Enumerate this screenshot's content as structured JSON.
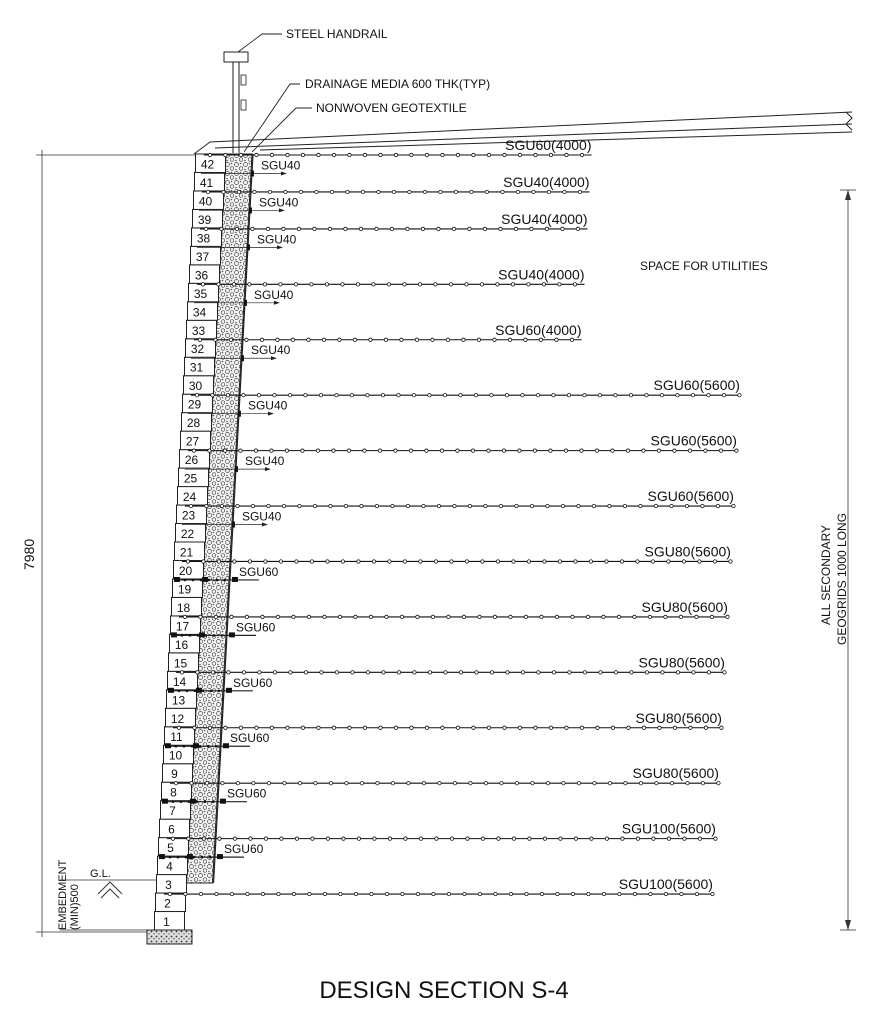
{
  "title": "DESIGN SECTION S-4",
  "callouts": {
    "handrail": "STEEL HANDRAIL",
    "drainage": "DRAINAGE MEDIA 600 THK(TYP)",
    "geotextile": "NONWOVEN GEOTEXTILE"
  },
  "notes": {
    "utilities": "SPACE FOR UTILITIES",
    "secondary_line1": "ALL SECONDARY",
    "secondary_line2": "GEOGRIDS 1000 LONG",
    "ground_level": "G.L.",
    "embedment_line1": "EMBEDMENT",
    "embedment_line2": "(MIN)500"
  },
  "dimensions": {
    "wall_height": "7980"
  },
  "wall": {
    "block_count": 42
  },
  "primary_geogrids": [
    {
      "course": 42,
      "label": "SGU60(4000)",
      "length_mm": 4000
    },
    {
      "course": 40,
      "label": "SGU40(4000)",
      "length_mm": 4000
    },
    {
      "course": 38,
      "label": "SGU40(4000)",
      "length_mm": 4000
    },
    {
      "course": 35,
      "label": "SGU40(4000)",
      "length_mm": 4000
    },
    {
      "course": 32,
      "label": "SGU60(4000)",
      "length_mm": 4000
    },
    {
      "course": 29,
      "label": "SGU60(5600)",
      "length_mm": 5600
    },
    {
      "course": 26,
      "label": "SGU60(5600)",
      "length_mm": 5600
    },
    {
      "course": 23,
      "label": "SGU60(5600)",
      "length_mm": 5600
    },
    {
      "course": 20,
      "label": "SGU80(5600)",
      "length_mm": 5600
    },
    {
      "course": 17,
      "label": "SGU80(5600)",
      "length_mm": 5600
    },
    {
      "course": 14,
      "label": "SGU80(5600)",
      "length_mm": 5600
    },
    {
      "course": 11,
      "label": "SGU80(5600)",
      "length_mm": 5600
    },
    {
      "course": 8,
      "label": "SGU80(5600)",
      "length_mm": 5600
    },
    {
      "course": 5,
      "label": "SGU100(5600)",
      "length_mm": 5600
    },
    {
      "course": 2,
      "label": "SGU100(5600)",
      "length_mm": 5600
    }
  ],
  "secondary_geogrids": [
    {
      "course": 41,
      "label": "SGU40"
    },
    {
      "course": 39,
      "label": "SGU40"
    },
    {
      "course": 37,
      "label": "SGU40"
    },
    {
      "course": 34,
      "label": "SGU40"
    },
    {
      "course": 31,
      "label": "SGU40"
    },
    {
      "course": 28,
      "label": "SGU40"
    },
    {
      "course": 25,
      "label": "SGU40"
    },
    {
      "course": 22,
      "label": "SGU40"
    },
    {
      "course": 19,
      "label": "SGU60"
    },
    {
      "course": 16,
      "label": "SGU60"
    },
    {
      "course": 13,
      "label": "SGU60"
    },
    {
      "course": 10,
      "label": "SGU60"
    },
    {
      "course": 7,
      "label": "SGU60"
    },
    {
      "course": 4,
      "label": "SGU60"
    }
  ]
}
